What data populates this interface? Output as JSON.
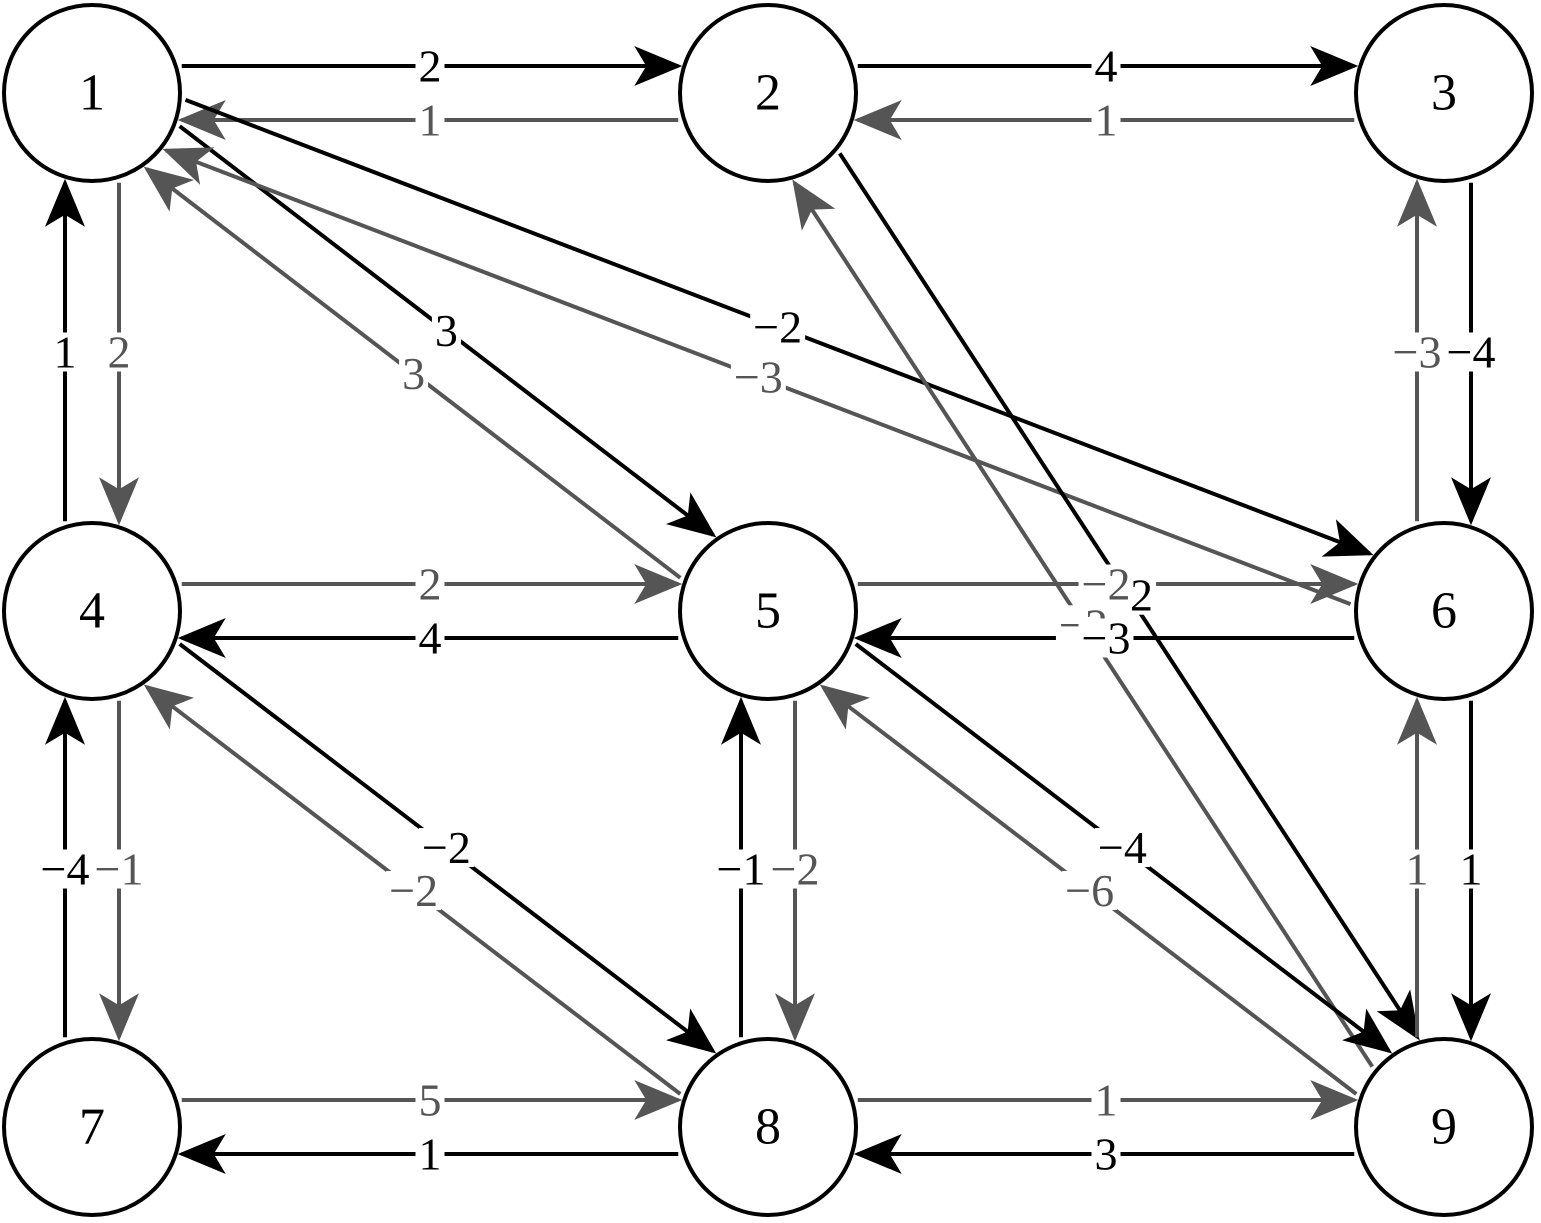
{
  "colors": {
    "dark": "#000000",
    "gray": "#555555"
  },
  "nodes": [
    "1",
    "2",
    "3",
    "4",
    "5",
    "6",
    "7",
    "8",
    "9"
  ],
  "edges": [
    {
      "from": "1",
      "to": "2",
      "weight": "2",
      "color": "dark"
    },
    {
      "from": "2",
      "to": "1",
      "weight": "1",
      "color": "gray"
    },
    {
      "from": "2",
      "to": "3",
      "weight": "4",
      "color": "dark"
    },
    {
      "from": "3",
      "to": "2",
      "weight": "1",
      "color": "gray"
    },
    {
      "from": "4",
      "to": "1",
      "weight": "1",
      "color": "dark"
    },
    {
      "from": "1",
      "to": "4",
      "weight": "2",
      "color": "gray"
    },
    {
      "from": "6",
      "to": "3",
      "weight": "−3",
      "color": "gray"
    },
    {
      "from": "3",
      "to": "6",
      "weight": "−4",
      "color": "dark"
    },
    {
      "from": "1",
      "to": "5",
      "weight": "3",
      "color": "dark"
    },
    {
      "from": "5",
      "to": "1",
      "weight": "3",
      "color": "gray"
    },
    {
      "from": "1",
      "to": "6",
      "weight": "−2",
      "color": "dark"
    },
    {
      "from": "6",
      "to": "1",
      "weight": "−3",
      "color": "gray"
    },
    {
      "from": "2",
      "to": "9",
      "weight": "−2",
      "color": "dark"
    },
    {
      "from": "9",
      "to": "2",
      "weight": "−3",
      "color": "gray"
    },
    {
      "from": "4",
      "to": "5",
      "weight": "2",
      "color": "gray"
    },
    {
      "from": "5",
      "to": "4",
      "weight": "4",
      "color": "dark"
    },
    {
      "from": "5",
      "to": "6",
      "weight": "−2",
      "color": "gray"
    },
    {
      "from": "6",
      "to": "5",
      "weight": "−3",
      "color": "dark"
    },
    {
      "from": "7",
      "to": "4",
      "weight": "−4",
      "color": "dark"
    },
    {
      "from": "4",
      "to": "7",
      "weight": "−1",
      "color": "gray"
    },
    {
      "from": "8",
      "to": "5",
      "weight": "−1",
      "color": "dark"
    },
    {
      "from": "5",
      "to": "8",
      "weight": "−2",
      "color": "gray"
    },
    {
      "from": "9",
      "to": "6",
      "weight": "1",
      "color": "gray"
    },
    {
      "from": "6",
      "to": "9",
      "weight": "1",
      "color": "dark"
    },
    {
      "from": "4",
      "to": "8",
      "weight": "−2",
      "color": "dark"
    },
    {
      "from": "8",
      "to": "4",
      "weight": "−2",
      "color": "gray"
    },
    {
      "from": "5",
      "to": "9",
      "weight": "−4",
      "color": "dark"
    },
    {
      "from": "9",
      "to": "5",
      "weight": "−6",
      "color": "gray"
    },
    {
      "from": "7",
      "to": "8",
      "weight": "5",
      "color": "gray"
    },
    {
      "from": "8",
      "to": "7",
      "weight": "1",
      "color": "dark"
    },
    {
      "from": "8",
      "to": "9",
      "weight": "1",
      "color": "gray"
    },
    {
      "from": "9",
      "to": "8",
      "weight": "3",
      "color": "dark"
    }
  ]
}
